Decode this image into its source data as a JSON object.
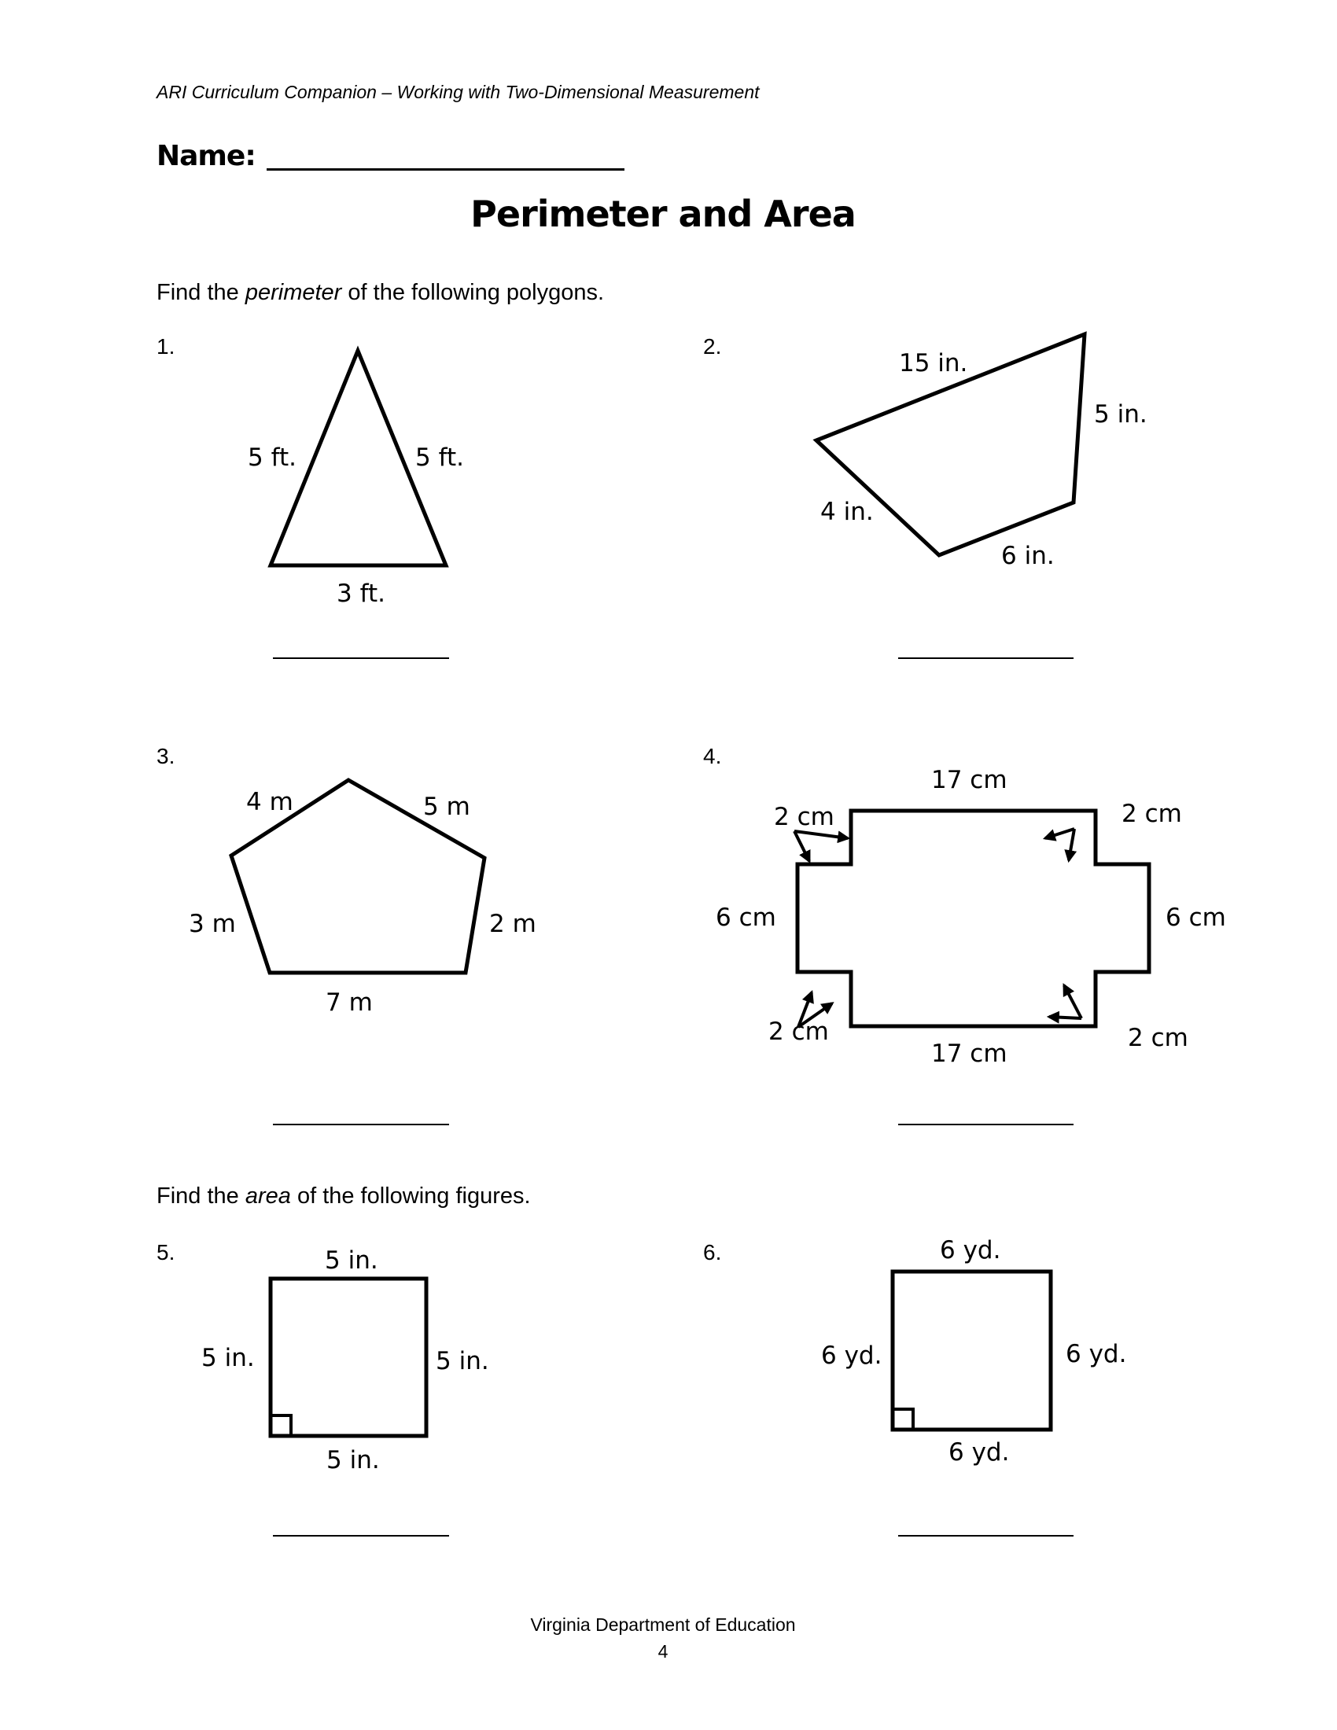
{
  "header": "ARI Curriculum Companion – Working with Two-Dimensional Measurement",
  "name_label": "Name:",
  "title": "Perimeter and Area",
  "sections": {
    "perimeter": {
      "prefix": "Find the ",
      "emphasis": "perimeter",
      "suffix": " of the following polygons."
    },
    "area": {
      "prefix": "Find the ",
      "emphasis": "area",
      "suffix": " of the following figures."
    }
  },
  "problems": [
    {
      "number": "1.",
      "shape": "triangle",
      "labels": {
        "left": "5 ft.",
        "right": "5 ft.",
        "bottom": "3 ft."
      }
    },
    {
      "number": "2.",
      "shape": "quadrilateral",
      "labels": {
        "top": "15 in.",
        "right": "5 in.",
        "left": "4 in.",
        "bottom": "6 in."
      }
    },
    {
      "number": "3.",
      "shape": "pentagon",
      "labels": {
        "top_left": "4 m",
        "top_right": "5 m",
        "left": "3 m",
        "right": "2 m",
        "bottom": "7 m"
      }
    },
    {
      "number": "4.",
      "shape": "cross-rectangle",
      "labels": {
        "top": "17 cm",
        "bottom": "17 cm",
        "left": "6 cm",
        "right": "6 cm",
        "top_left": "2 cm",
        "top_right": "2 cm",
        "bottom_left": "2 cm",
        "bottom_right": "2 cm"
      }
    },
    {
      "number": "5.",
      "shape": "square",
      "labels": {
        "top": "5 in.",
        "left": "5 in.",
        "right": "5 in.",
        "bottom": "5 in."
      }
    },
    {
      "number": "6.",
      "shape": "square",
      "labels": {
        "top": "6 yd.",
        "left": "6 yd.",
        "right": "6 yd.",
        "bottom": "6 yd."
      }
    }
  ],
  "footer": {
    "org": "Virginia Department of Education",
    "page": "4"
  }
}
